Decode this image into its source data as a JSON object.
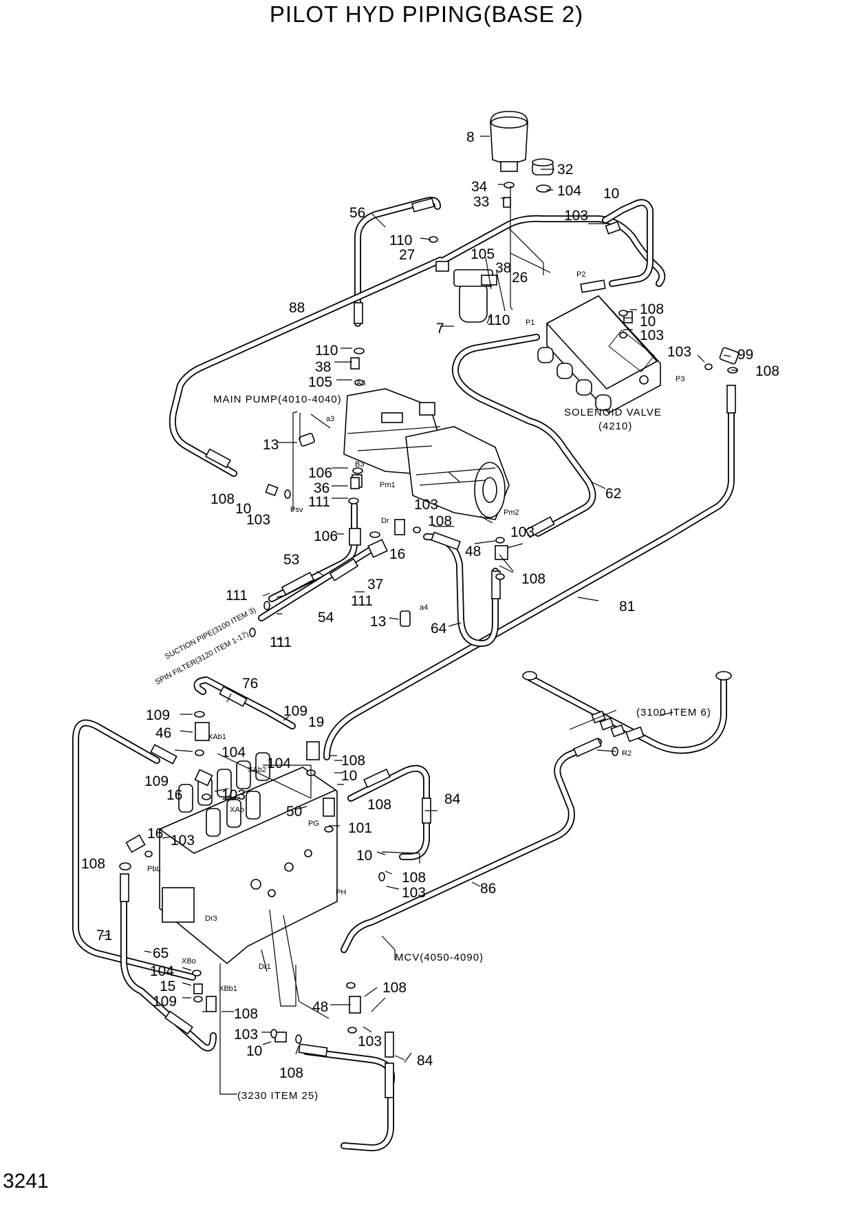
{
  "title": "PILOT HYD PIPING(BASE 2)",
  "page_number": "3241",
  "components": {
    "main_pump": "MAIN PUMP(4010-4040)",
    "solenoid_valve": "SOLENOID VALVE",
    "solenoid_valve_ref": "(4210)",
    "mcv": "MCV(4050-4090)",
    "suction_pipe_ref": "SUCTION PIPE(3100 ITEM 3)",
    "spin_filter_ref": "SPIN FILTER(3120 ITEM 1-17)",
    "tank_ref": "(3100 ITEM 6)",
    "swivel_ref": "(3230 ITEM 25)"
  },
  "callouts": [
    "8",
    "32",
    "34",
    "104",
    "33",
    "10",
    "56",
    "103",
    "110",
    "27",
    "105",
    "38",
    "26",
    "88",
    "7",
    "110",
    "108",
    "10",
    "103",
    "110",
    "38",
    "105",
    "103",
    "99",
    "108",
    "13",
    "106",
    "36",
    "111",
    "108",
    "10",
    "103",
    "106",
    "103",
    "108",
    "62",
    "53",
    "16",
    "48",
    "103",
    "108",
    "111",
    "37",
    "111",
    "54",
    "13",
    "64",
    "81",
    "111",
    "76",
    "109",
    "19",
    "46",
    "109",
    "104",
    "104",
    "108",
    "10",
    "84",
    "109",
    "16",
    "103",
    "108",
    "50",
    "101",
    "16",
    "103",
    "108",
    "10",
    "108",
    "103",
    "86",
    "71",
    "65",
    "104",
    "15",
    "109",
    "108",
    "48",
    "108",
    "103",
    "10",
    "103",
    "84",
    "108"
  ],
  "ports": [
    "P2",
    "P1",
    "P3",
    "A3",
    "a3",
    "B3",
    "Psv",
    "Pm1",
    "Pm2",
    "Dr",
    "a4",
    "XAb1",
    "XAb2",
    "XAo",
    "PG",
    "PbL",
    "PH",
    "Dr3",
    "Dr1",
    "XBo",
    "XBb1",
    "R2"
  ]
}
